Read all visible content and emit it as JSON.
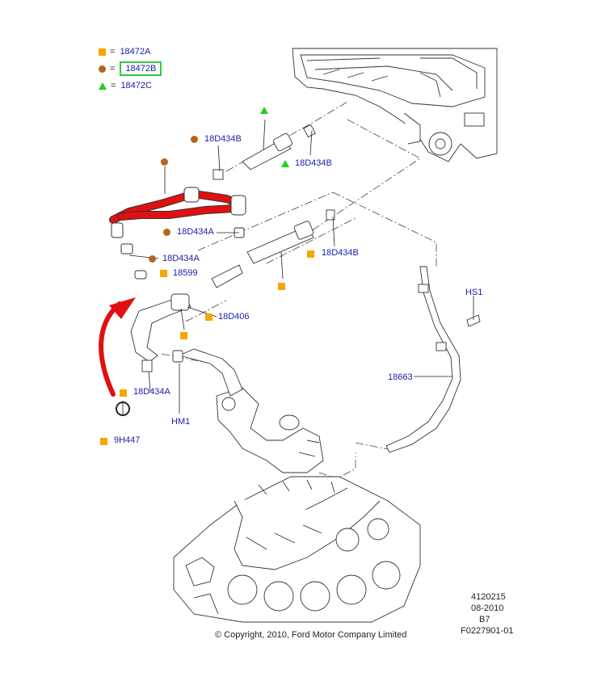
{
  "colors": {
    "square_marker": "#f7a600",
    "circle_marker": "#b5651d",
    "triangle_marker": "#22cc22",
    "label_blue": "#1a1aa8",
    "highlight_red": "#e01010",
    "highlight_box": "#2ecc40"
  },
  "legend": [
    {
      "shape": "square",
      "symbol": "=",
      "code": "18472A"
    },
    {
      "shape": "circle",
      "symbol": "=",
      "code": "18472B",
      "highlighted": true
    },
    {
      "shape": "triangle",
      "symbol": "=",
      "code": "18472C"
    }
  ],
  "callouts": {
    "c18D434B_top": "18D434B",
    "c18D434B_tri": "18D434B",
    "c18D434A_1": "18D434A",
    "c18D434A_2": "18D434A",
    "c18599": "18599",
    "c18D434B_right": "18D434B",
    "c18D406": "18D406",
    "c18D434A_3": "18D434A",
    "cHM1": "HM1",
    "c9H447": "9H447",
    "cHS1": "HS1",
    "c18663": "18663"
  },
  "footer": {
    "copyright": "© Copyright, 2010, Ford Motor Company Limited",
    "ref_number": "4120215",
    "date": "08-2010",
    "revision": "B7",
    "figure_id": "F0227901-01"
  }
}
